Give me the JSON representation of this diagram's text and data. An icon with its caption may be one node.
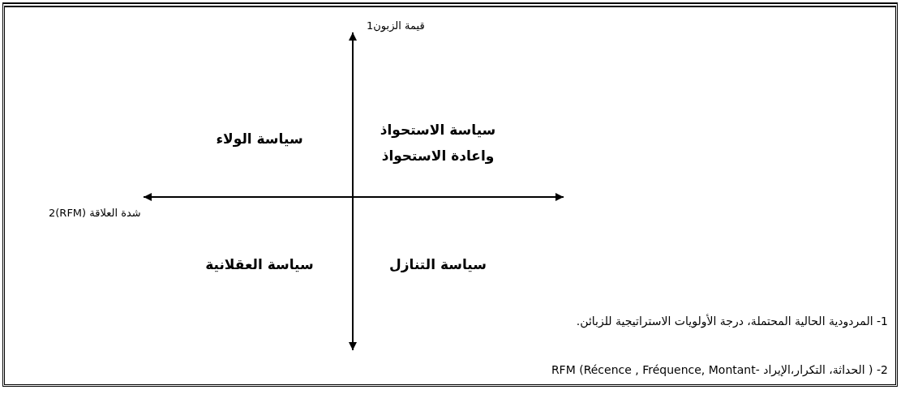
{
  "diagram": {
    "labels": [
      "قيمة الزبون1",
      "سياسة الولاء",
      "سياسة الاستحواذ واعادة الاستحواذ",
      "شدة العلاقة (RFM)2",
      "سياسة العقلانية",
      "سياسة التنازل",
      "1- المردودية الحالية المحتملة، درجة الأولويات الاستراتيجية للزبائن.",
      "2- ( الحداثة، التكرار،الإيراد -RFM (Récence , Fréquence, Montant"
    ]
  }
}
